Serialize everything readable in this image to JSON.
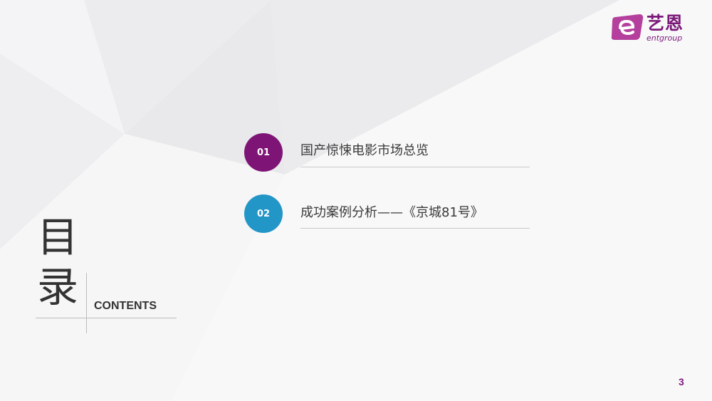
{
  "brand": {
    "name_cn": "艺恩",
    "name_en": "entgroup",
    "logo_color": "#7c1a7a",
    "mark_color": "#b43f9c"
  },
  "title": {
    "char1": "目",
    "char2": "录",
    "subtitle": "CONTENTS"
  },
  "items": [
    {
      "number": "01",
      "label": "国产惊悚电影市场总览",
      "color": "#7e1475"
    },
    {
      "number": "02",
      "label": "成功案例分析——《京城81号》",
      "color": "#2396c8"
    }
  ],
  "page_number": "3"
}
